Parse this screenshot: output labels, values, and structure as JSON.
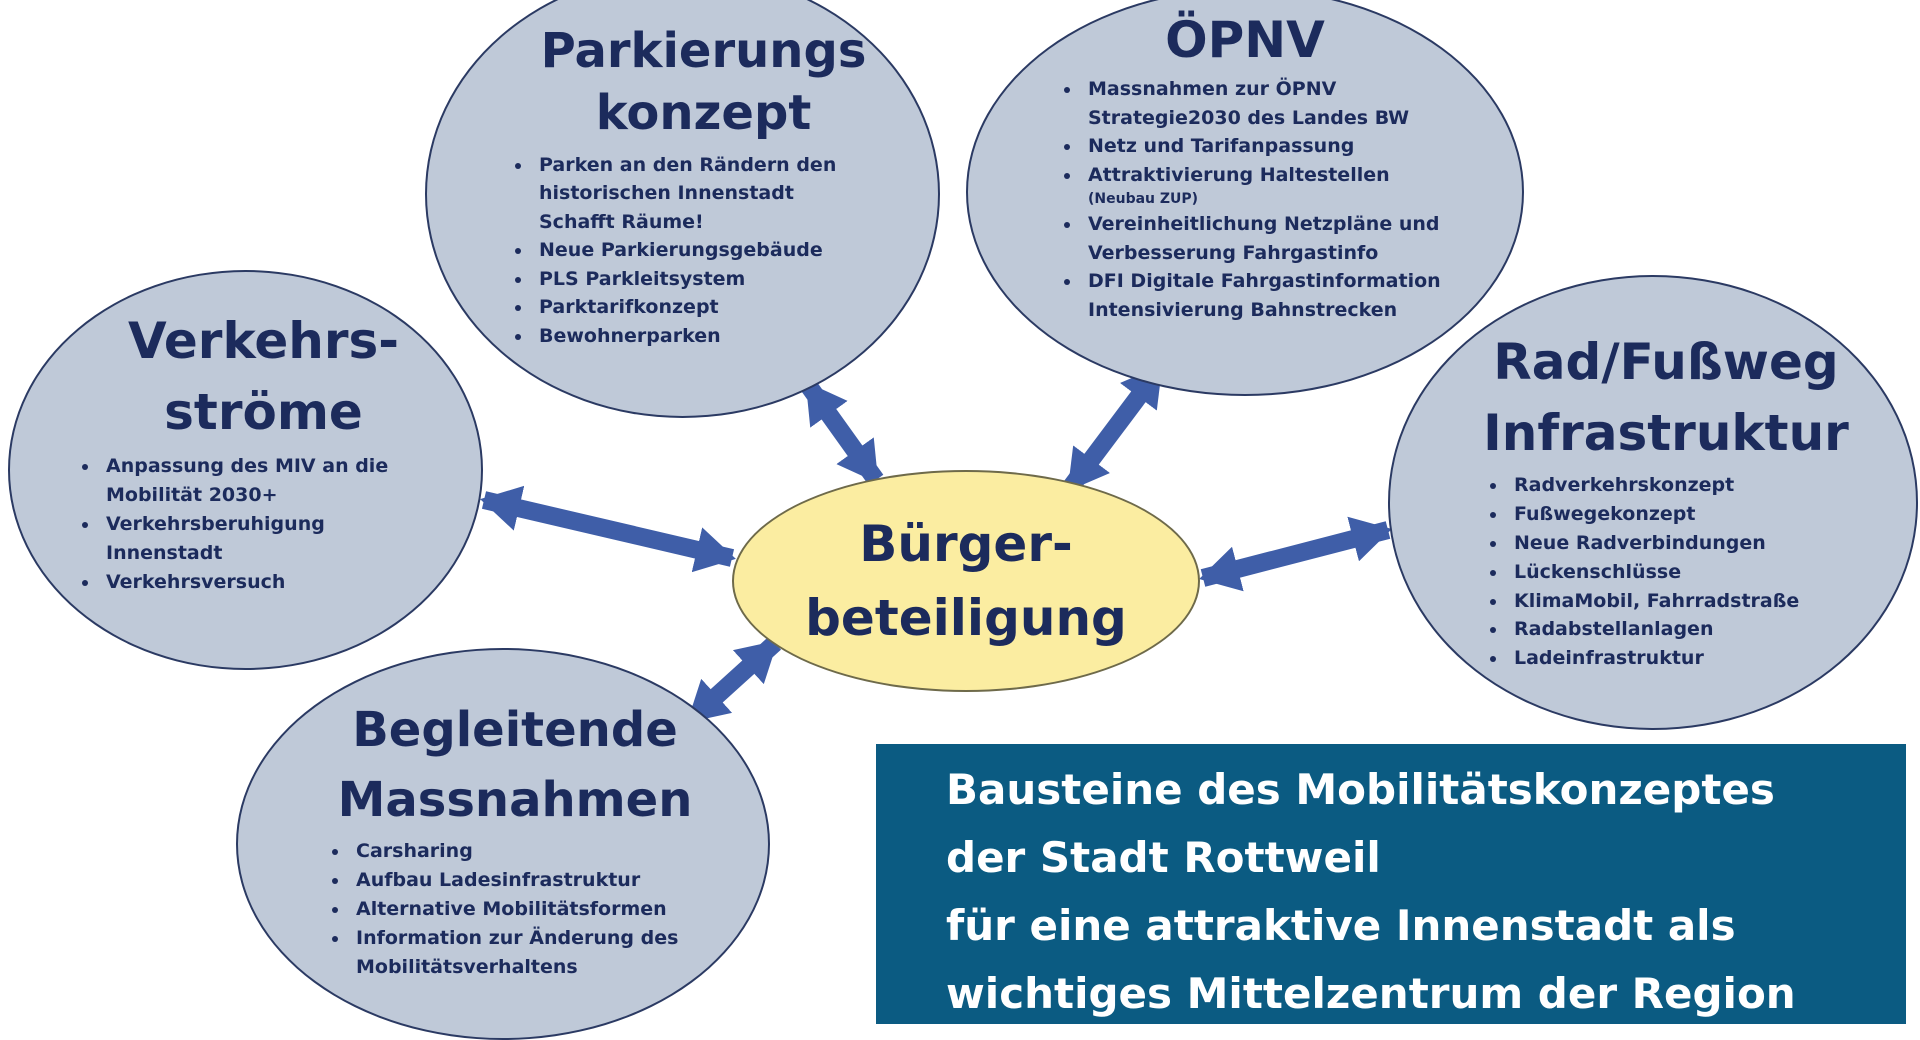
{
  "center": {
    "line1": "Bürger-",
    "line2": "beteiligung"
  },
  "nodes": {
    "parkierung": {
      "title_line1": "Parkierungs",
      "title_line2": "konzept",
      "items": [
        "Parken an den Rändern den",
        "historischen Innenstadt",
        "Schafft Räume!",
        "Neue Parkierungsgebäude",
        "PLS Parkleitsystem",
        "Parktarifkonzept",
        "Bewohnerparken"
      ]
    },
    "oepnv": {
      "title": "ÖPNV",
      "items": [
        "Massnahmen zur ÖPNV",
        "Strategie2030 des Landes BW",
        "Netz und Tarifanpassung",
        "Attraktivierung Haltestellen",
        "(Neubau ZUP)",
        "Vereinheitlichung Netzpläne und",
        "Verbesserung Fahrgastinfo",
        "DFI Digitale Fahrgastinformation",
        "Intensivierung Bahnstrecken"
      ]
    },
    "verkehr": {
      "title_line1": "Verkehrs-",
      "title_line2": "ströme",
      "items": [
        "Anpassung des MIV an die",
        "Mobilität 2030+",
        "Verkehrsberuhigung",
        "Innenstadt",
        "Verkehrsversuch"
      ]
    },
    "rad": {
      "title_line1": "Rad/Fußweg",
      "title_line2": "Infrastruktur",
      "items": [
        "Radverkehrskonzept",
        "Fußwegekonzept",
        "Neue Radverbindungen",
        "Lückenschlüsse",
        "KlimaMobil, Fahrradstraße",
        "Radabstellanlagen",
        "Ladeinfrastruktur"
      ]
    },
    "begleitend": {
      "title_line1": "Begleitende",
      "title_line2": "Massnahmen",
      "items": [
        "Carsharing",
        "Aufbau Ladesinfrastruktur",
        "Alternative Mobilitätsformen",
        "Information zur Änderung des",
        "Mobilitätsverhaltens"
      ]
    }
  },
  "info_box": {
    "line1": "Bausteine des Mobilitätskonzeptes",
    "line2": "der Stadt Rottweil",
    "line3": "für eine attraktive Innenstadt als",
    "line4": "wichtiges Mittelzentrum der Region"
  },
  "colors": {
    "bubble_fill": "#bfc9d8",
    "bubble_stroke": "#2b3a63",
    "center_fill": "#fbeda1",
    "arrow": "#3f5ea8",
    "info_box": "#0b5b82",
    "title_text": "#1c2b5c"
  }
}
